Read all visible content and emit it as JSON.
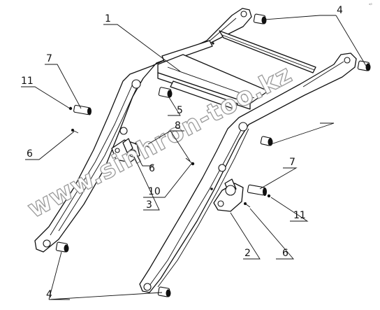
{
  "watermark": "www.sinhron-too.kz",
  "corner_mark": "ₐᵦ",
  "callouts": {
    "c1": "1",
    "c2": "2",
    "c3": "3",
    "c4_top": "4",
    "c4_bottom": "4",
    "c5": "5",
    "c6_left": "6",
    "c6_mid": "6",
    "c6_right": "6",
    "c7_left": "7",
    "c7_right": "7",
    "c8": "8",
    "c10": "10",
    "c11_left": "11",
    "c11_right": "11"
  },
  "colors": {
    "line": "#111111",
    "watermark_outline": "#9a9a9a",
    "background": "#ffffff"
  }
}
